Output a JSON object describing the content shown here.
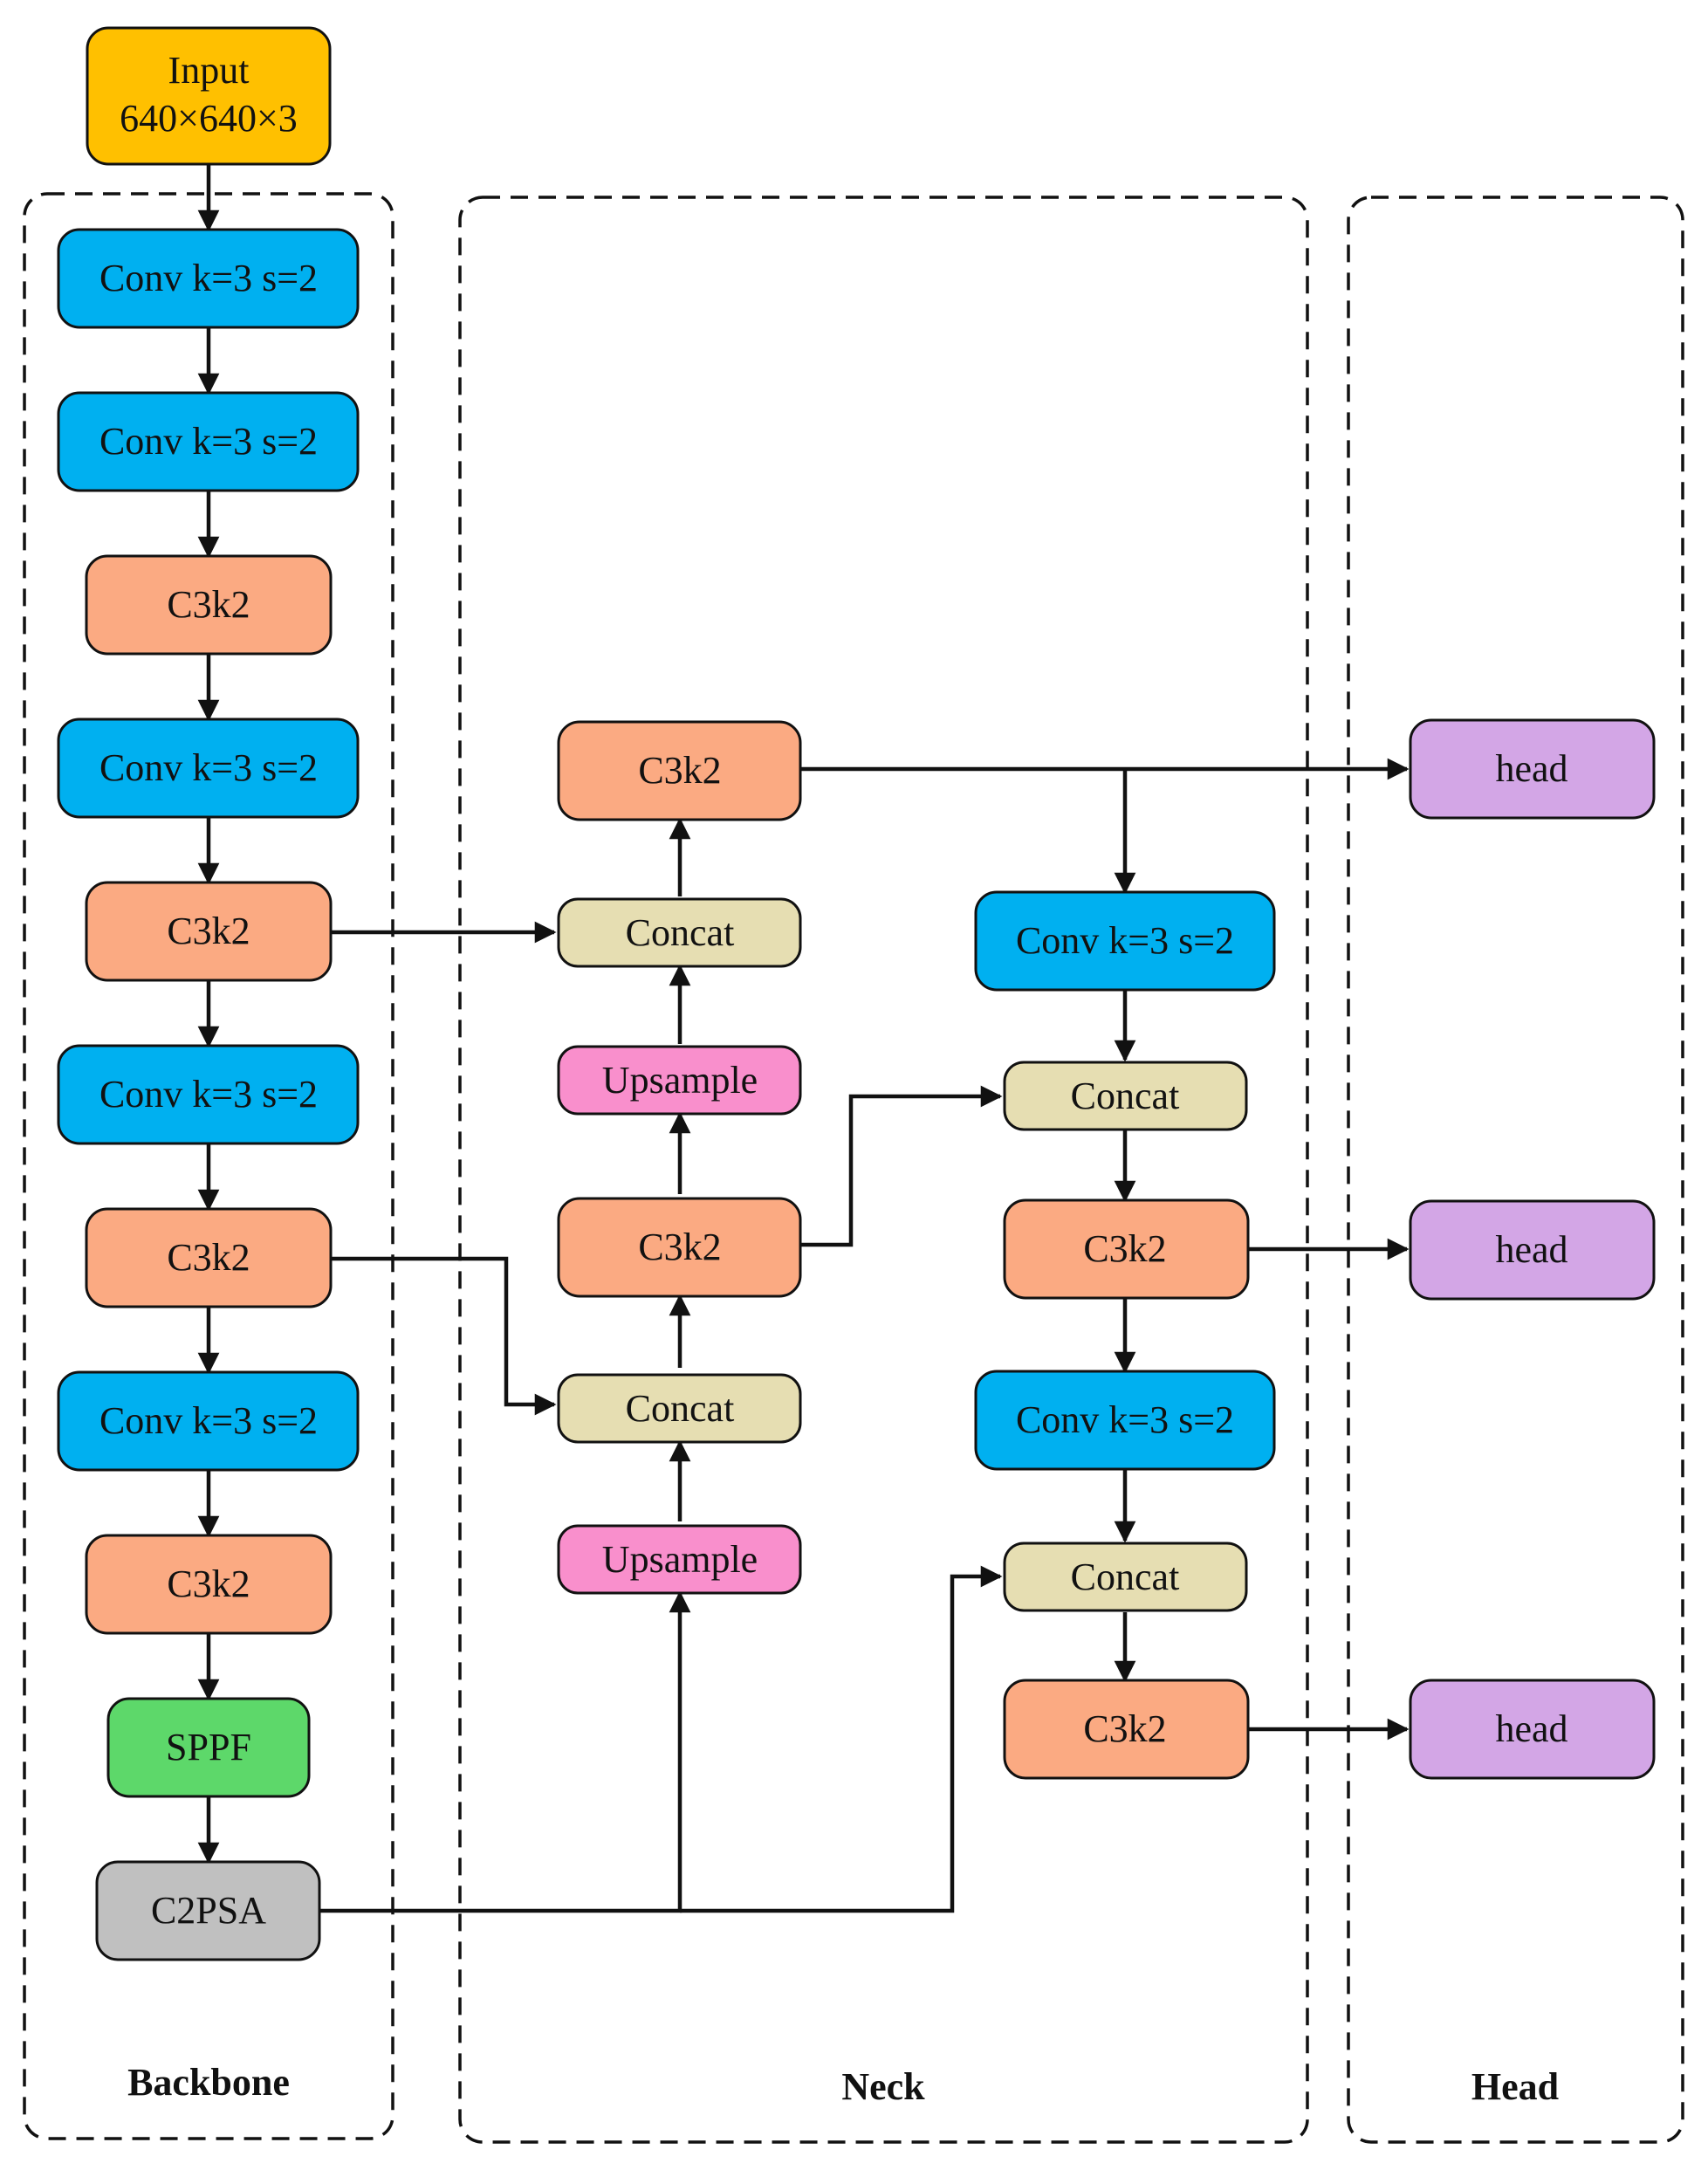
{
  "colors": {
    "input": "#FFC000",
    "conv": "#00B0F0",
    "c3k2": "#FBAA82",
    "concat": "#E6DEB2",
    "upsample": "#F98FCC",
    "sppf": "#5DD86A",
    "c2psa": "#C0C0C0",
    "head": "#D3A6E6",
    "stroke": "#111111"
  },
  "sections": {
    "backbone": "Backbone",
    "neck": "Neck",
    "head": "Head"
  },
  "nodes": {
    "input_title": "Input",
    "input_size": "640×640×3",
    "bb_conv1": "Conv k=3 s=2",
    "bb_conv2": "Conv k=3 s=2",
    "bb_c3k2_1": "C3k2",
    "bb_conv3": "Conv k=3 s=2",
    "bb_c3k2_2": "C3k2",
    "bb_conv4": "Conv k=3 s=2",
    "bb_c3k2_3": "C3k2",
    "bb_conv5": "Conv k=3 s=2",
    "bb_c3k2_4": "C3k2",
    "bb_sppf": "SPPF",
    "bb_c2psa": "C2PSA",
    "nk_c3k2_top": "C3k2",
    "nk_concat_1": "Concat",
    "nk_upsample_1": "Upsample",
    "nk_c3k2_mid": "C3k2",
    "nk_concat_2": "Concat",
    "nk_upsample_2": "Upsample",
    "nk_conv_r1": "Conv k=3 s=2",
    "nk_concat_r1": "Concat",
    "nk_c3k2_r1": "C3k2",
    "nk_conv_r2": "Conv k=3 s=2",
    "nk_concat_r2": "Concat",
    "nk_c3k2_r2": "C3k2",
    "hd_head_1": "head",
    "hd_head_2": "head",
    "hd_head_3": "head"
  }
}
